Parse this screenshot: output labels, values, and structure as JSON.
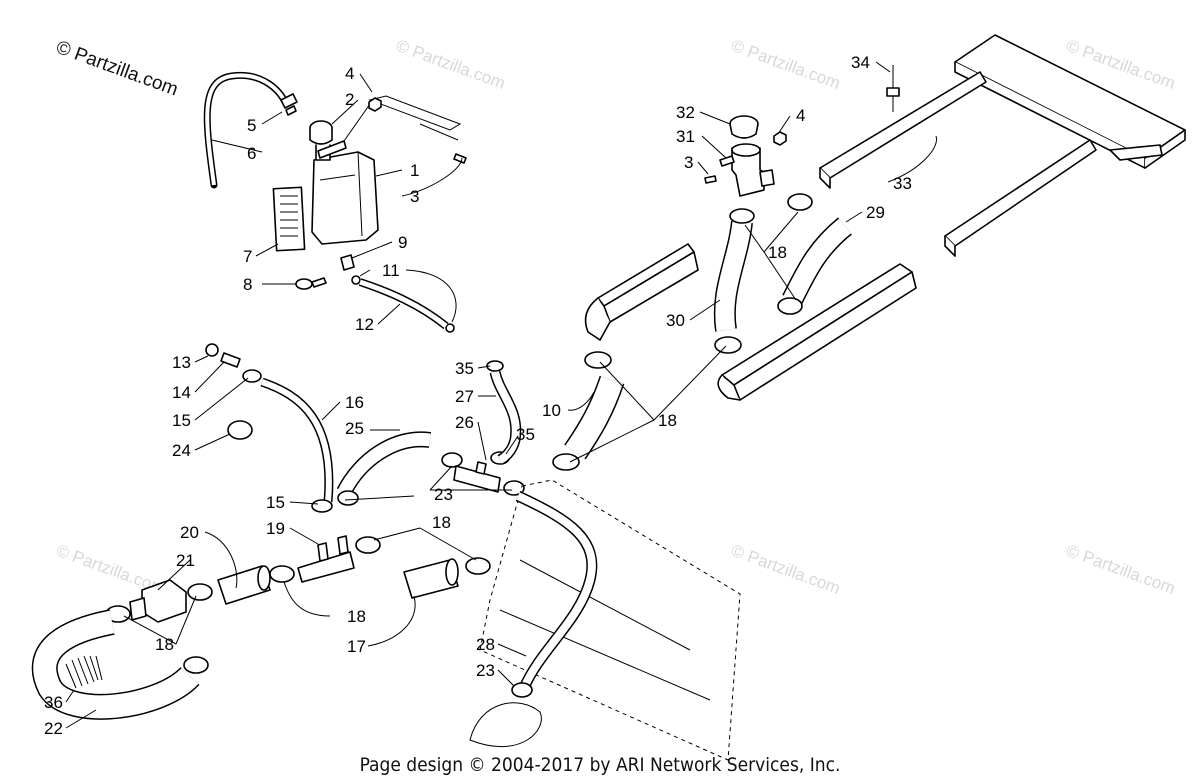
{
  "watermark": {
    "brand": "© Partzilla.com",
    "repeat": "© Partzilla.com"
  },
  "footer": "Page design © 2004-2017 by ARI Network Services, Inc.",
  "callouts": [
    "4",
    "2",
    "5",
    "6",
    "1",
    "3",
    "7",
    "9",
    "8",
    "11",
    "12",
    "34",
    "32",
    "4",
    "31",
    "3",
    "33",
    "29",
    "18",
    "30",
    "13",
    "14",
    "15",
    "24",
    "16",
    "25",
    "35",
    "27",
    "26",
    "35",
    "10",
    "18",
    "15",
    "23",
    "19",
    "20",
    "18",
    "21",
    "18",
    "17",
    "18",
    "18",
    "28",
    "23",
    "36",
    "22"
  ]
}
